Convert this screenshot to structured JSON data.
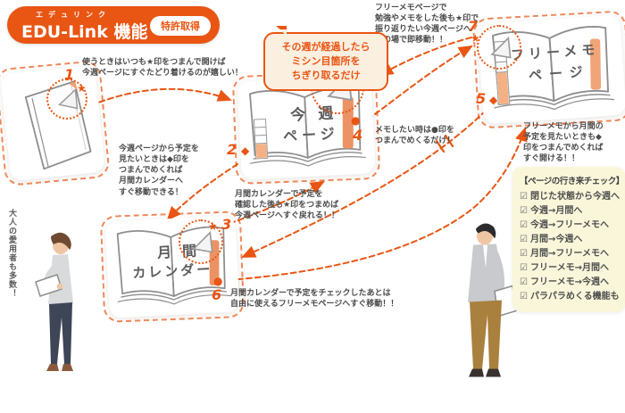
{
  "header": {
    "ruby": "エデュリンク",
    "title": "EDU-Link 機能",
    "badge": "特許取得"
  },
  "bubble": {
    "line1": "その週が経過したら",
    "line2": "ミシン目箇所を",
    "line3": "ちぎり取るだけ"
  },
  "cards": {
    "week": {
      "line1": "今週",
      "line2": "ページ"
    },
    "month": {
      "line1": "月間",
      "line2": "カレンダー"
    },
    "memo": {
      "line1": "フリーメモ",
      "line2": "ページ"
    }
  },
  "markers": {
    "n1": "1",
    "n2": "2",
    "n3": "3",
    "n4": "4",
    "n5": "5",
    "n6": "6",
    "n7": "7",
    "star": "★",
    "diamond": "◆",
    "dot": "●"
  },
  "notes": {
    "closed_to_week": {
      "line1": "使うときはいつも★印をつまんで開けば",
      "line2": "今週ページにすぐたどり着けるのが嬉しい！"
    },
    "week_to_month": {
      "line1": "今週ページから予定を",
      "line2": "見たいときは◆印を",
      "line3": "つまんでめくれば",
      "line4": "月間カレンダーへ",
      "line5": "すぐ移動できる！"
    },
    "month_to_week": {
      "line1": "月間カレンダーで予定を",
      "line2": "確認した後も★印をつまめば",
      "line3": "今週ページへすぐ戻れる！！"
    },
    "week_to_memo": {
      "line1": "メモしたい時は●印を",
      "line2": "つまんでめくるだけ！"
    },
    "memo_to_week": {
      "line1": "フリーメモページで",
      "line2": "勉強やメモをした後も★印で",
      "line3": "振り返りたい今週ページへ",
      "line4": "その場で即移動！！"
    },
    "memo_to_month": {
      "line1": "フリーメモから月間の",
      "line2": "予定を見たいときも◆",
      "line3": "印をつまんでめくれば",
      "line4": "すぐ開ける！！"
    },
    "month_to_memo": {
      "line1": "月間カレンダーで予定をチェックしたあとは",
      "line2": "自由に使えるフリーメモページへすぐ移動！！"
    }
  },
  "vertical_caption": "大人の愛用者も多数！",
  "checklist": {
    "title": "【ページの行き来チェック】",
    "checkbox": "☑",
    "items": [
      "閉じた状態から今週へ",
      "今週→月間へ",
      "今週→フリーメモへ",
      "月間→今週へ",
      "月間→フリーメモへ",
      "フリーメモ→月間へ",
      "フリーメモ→今週へ",
      "パラパラめくる機能も"
    ]
  },
  "colors": {
    "orange": "#E95513",
    "bubble_bg": "#FBEFE0",
    "checklist_bg": "#FAF6DA",
    "tab_orange": "#EC9265",
    "text_gray": "#4A4A4A"
  }
}
